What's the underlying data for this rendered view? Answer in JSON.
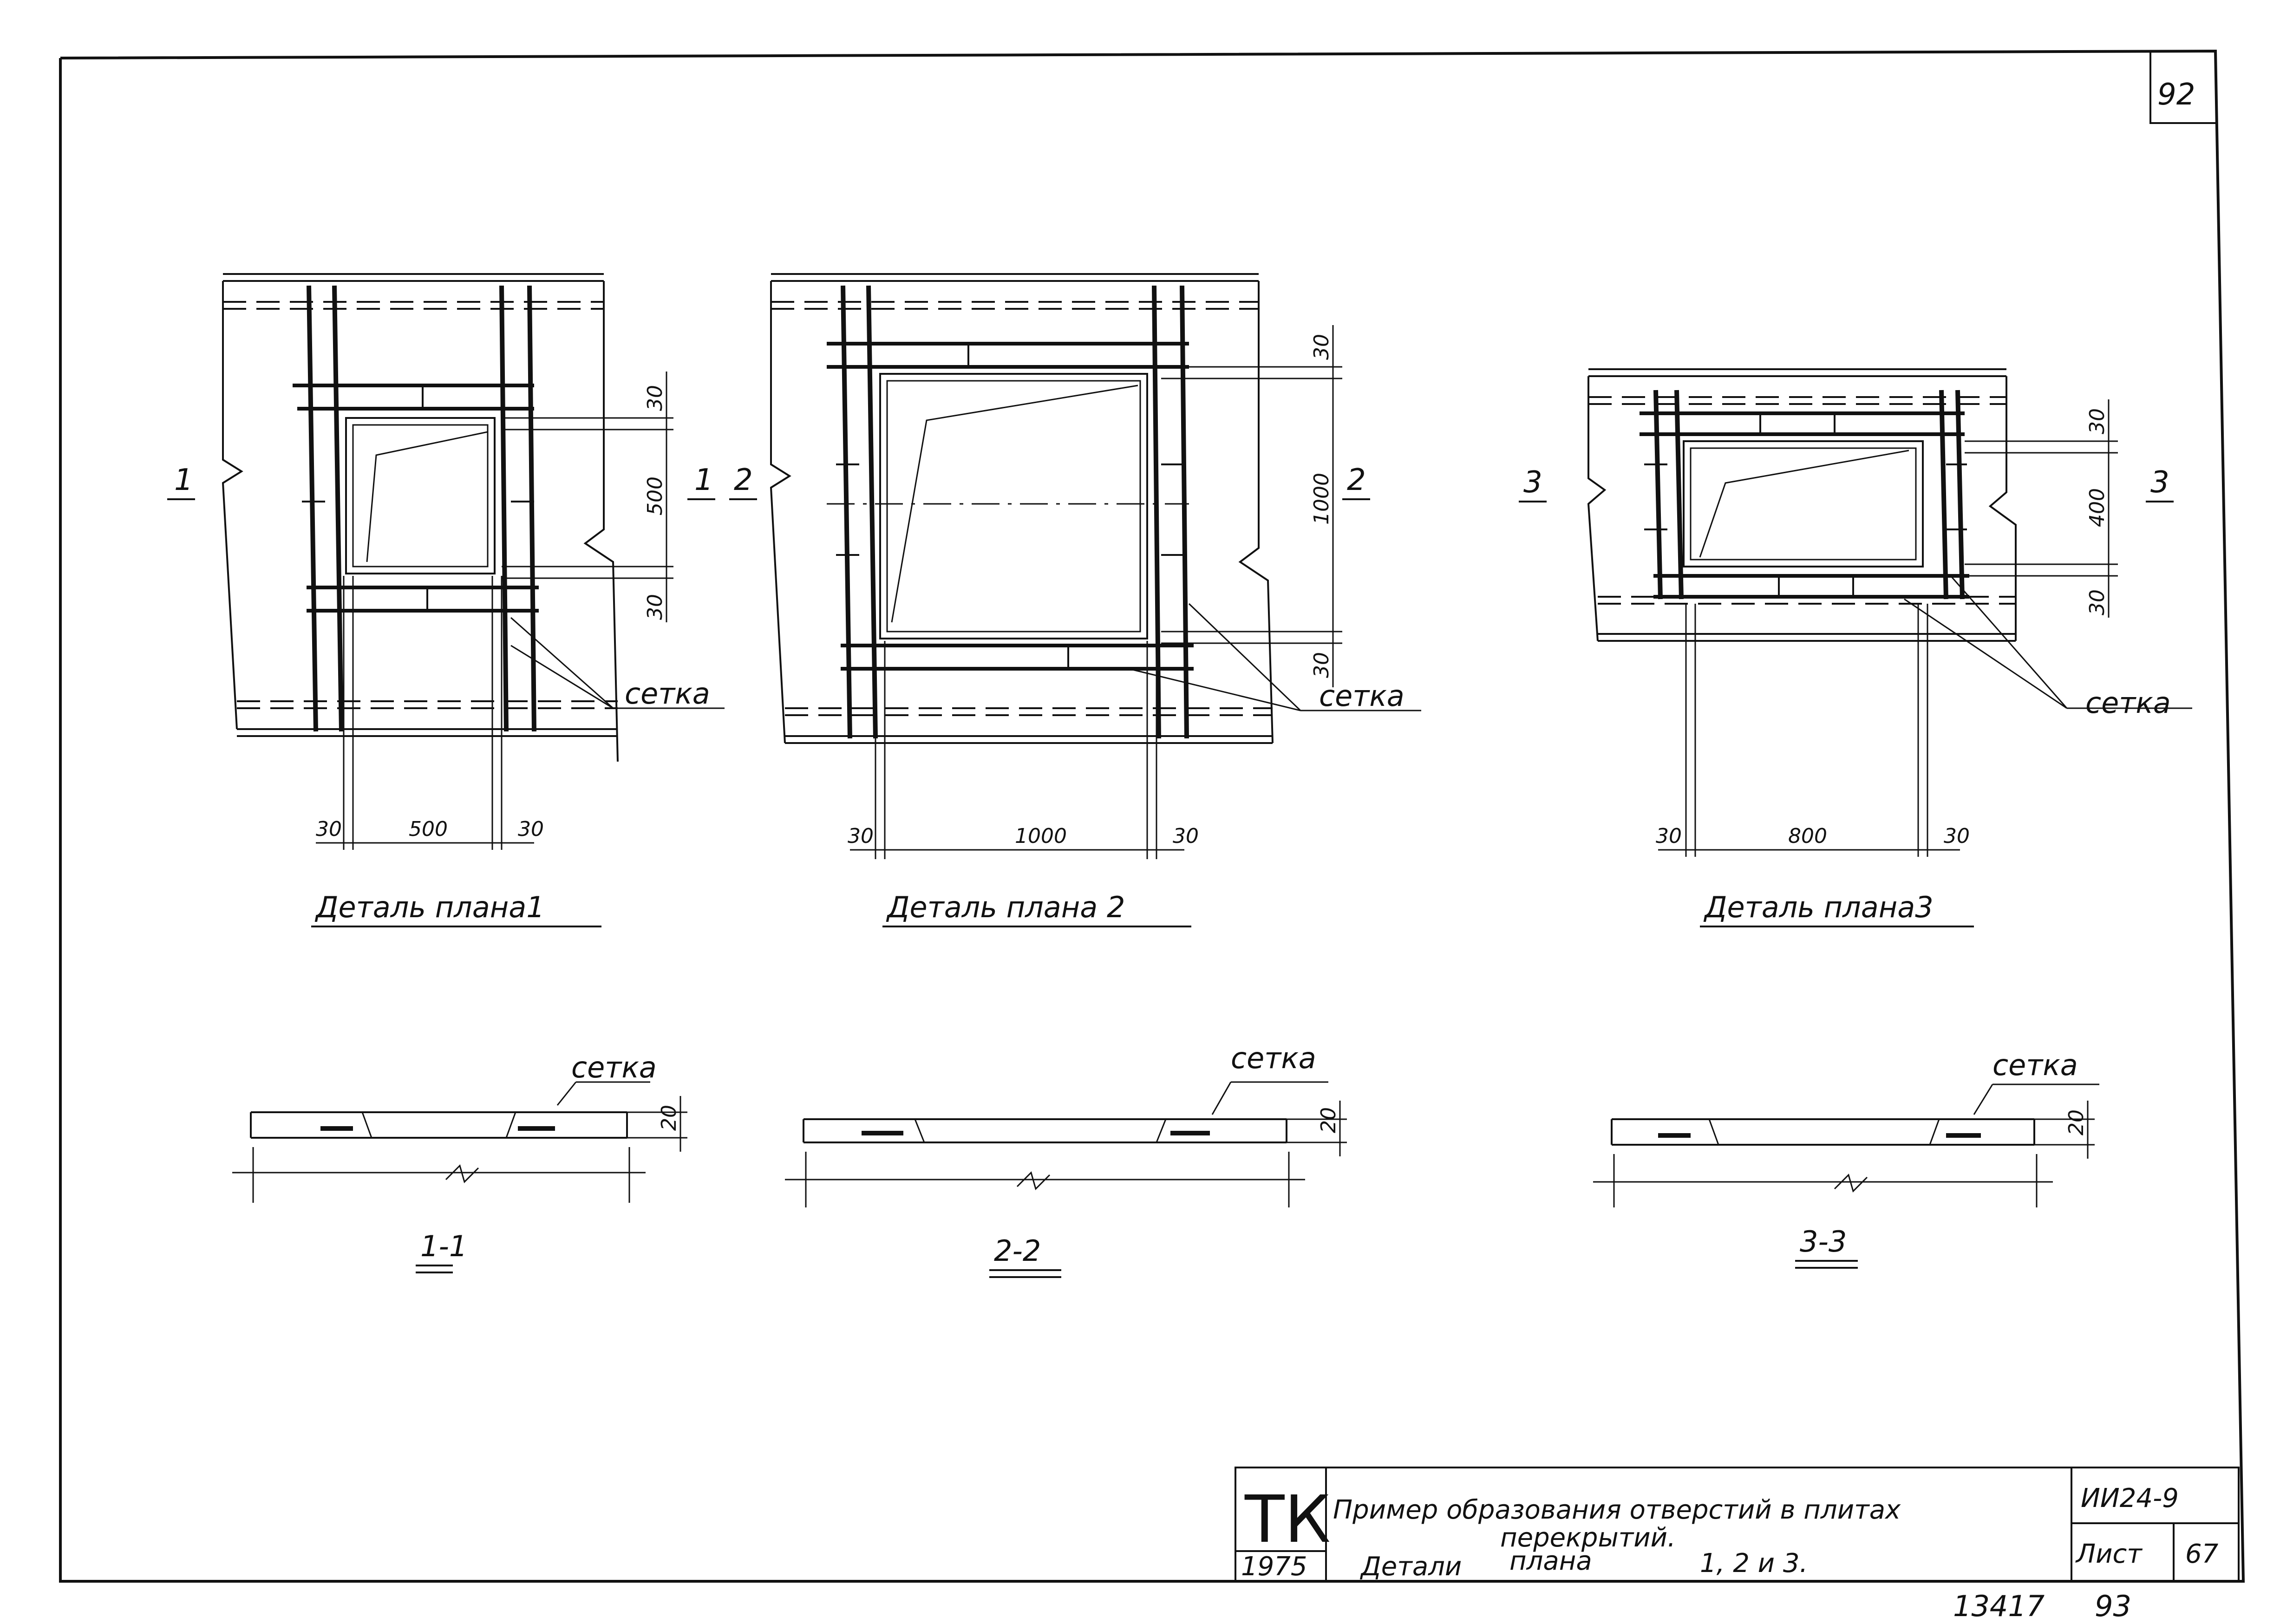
{
  "sheet_corner_number": "92",
  "details": [
    {
      "caption": "Деталь плана1",
      "section_mark": "1",
      "dims": {
        "left_edge": "30",
        "opening_width": "500",
        "right_edge": "30",
        "top_edge": "30",
        "opening_height": "500",
        "bottom_edge": "30"
      },
      "callout": "сетка"
    },
    {
      "caption": "Деталь плана 2",
      "section_mark": "2",
      "dims": {
        "left_edge": "30",
        "opening_width": "1000",
        "right_edge": "30",
        "top_edge": "30",
        "opening_height": "1000",
        "bottom_edge": "30"
      },
      "callout": "сетка"
    },
    {
      "caption": "Деталь плана3",
      "section_mark": "3",
      "dims": {
        "left_edge": "30",
        "opening_width": "800",
        "right_edge": "30",
        "top_edge": "30",
        "opening_height": "400",
        "bottom_edge": "30"
      },
      "callout": "сетка"
    }
  ],
  "sections": [
    {
      "caption": "1-1",
      "callout": "сетка",
      "thickness": "20"
    },
    {
      "caption": "2-2",
      "callout": "сетка",
      "thickness": "20"
    },
    {
      "caption": "3-3",
      "callout": "сетка",
      "thickness": "20"
    }
  ],
  "title_block": {
    "org_code": "ТК",
    "year": "1975",
    "title_line1": "Пример образования отверстий в плитах",
    "title_line2_part1": "перекрытий.",
    "title_line3_a": "Детали",
    "title_line3_b": "плана",
    "title_line3_c": "1, 2 и 3.",
    "doc_code": "ИИ24-9",
    "sheet_label": "Лист",
    "sheet_number": "67"
  },
  "footer": {
    "archive_number": "13417",
    "page_number": "93"
  }
}
